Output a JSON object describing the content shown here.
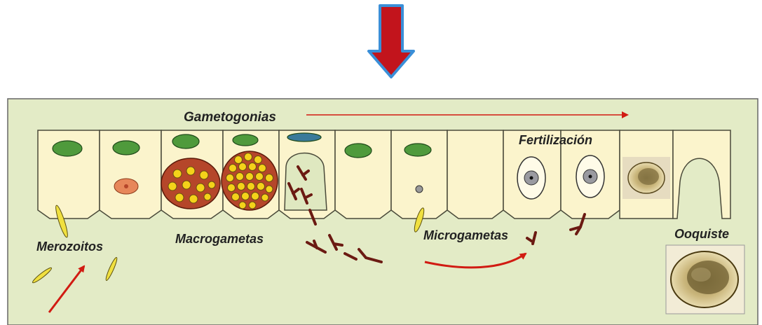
{
  "labels": {
    "gametogonias": "Gametogonias",
    "fertilizacion": "Fertilización",
    "merozoitos": "Merozoitos",
    "macrogametas": "Macrogametas",
    "microgametas": "Microgametas",
    "ooquiste": "Ooquiste"
  },
  "colors": {
    "panel_bg": "#e3ebc6",
    "cell_fill": "#fbf4cc",
    "cell_stroke": "#4a4a3a",
    "nucleus_green": "#4f9a3c",
    "macrogamete_brown": "#b5462a",
    "granule_yellow": "#f4d21a",
    "microgamete_red": "#6b1a12",
    "arrow_red": "#d11b12",
    "top_arrow_fill": "#c2141c",
    "top_arrow_outline": "#3a8fd8",
    "merozoite_yellow": "#f0e040"
  },
  "icons": {
    "top_arrow": "down-arrow-icon"
  }
}
